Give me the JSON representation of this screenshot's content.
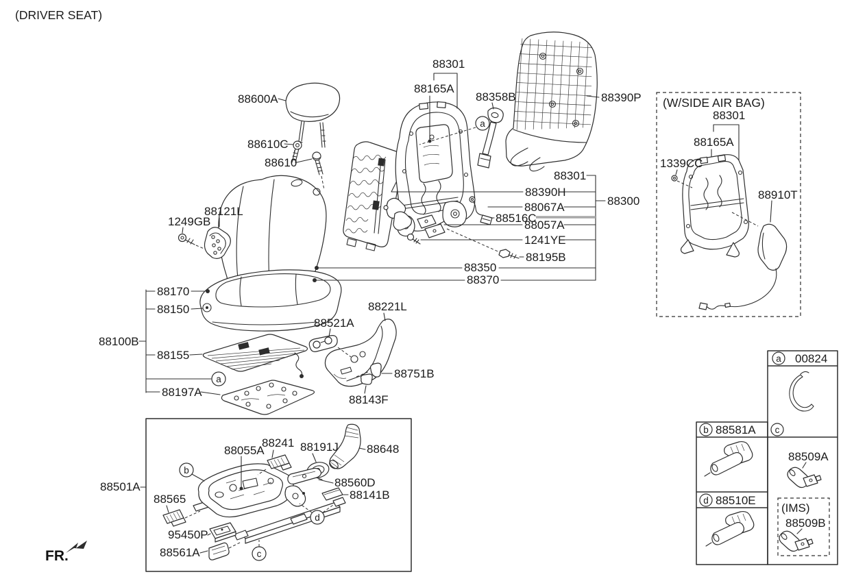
{
  "title": "(DRIVER SEAT)",
  "fr_label": "FR.",
  "callouts": {
    "a": "a",
    "b": "b",
    "c": "c",
    "d": "d"
  },
  "labels": {
    "88600A": "88600A",
    "88610C": "88610C",
    "88610": "88610",
    "88301": "88301",
    "88165A": "88165A",
    "88358B": "88358B",
    "88390P": "88390P",
    "88390H": "88390H",
    "88067A": "88067A",
    "88516C": "88516C",
    "88057A": "88057A",
    "1241YE": "1241YE",
    "88195B": "88195B",
    "88350": "88350",
    "88370": "88370",
    "88300": "88300",
    "1249GB": "1249GB",
    "88121L": "88121L",
    "88170": "88170",
    "88150": "88150",
    "88100B": "88100B",
    "88155": "88155",
    "88197A": "88197A",
    "88521A": "88521A",
    "88221L": "88221L",
    "88751B": "88751B",
    "88143F": "88143F",
    "88501A": "88501A",
    "88565": "88565",
    "95450P": "95450P",
    "88561A": "88561A",
    "88055A": "88055A",
    "88241": "88241",
    "88191J": "88191J",
    "88648": "88648",
    "88560D": "88560D",
    "88141B": "88141B",
    "1339CC": "1339CC",
    "88910T": "88910T"
  },
  "airbag_box": {
    "title": "(W/SIDE AIR BAG)"
  },
  "legend": {
    "a_code": "00824",
    "b_code": "88581A",
    "d_code": "88510E",
    "part_88509A": "88509A",
    "ims_title": "(IMS)",
    "part_88509B": "88509B"
  }
}
